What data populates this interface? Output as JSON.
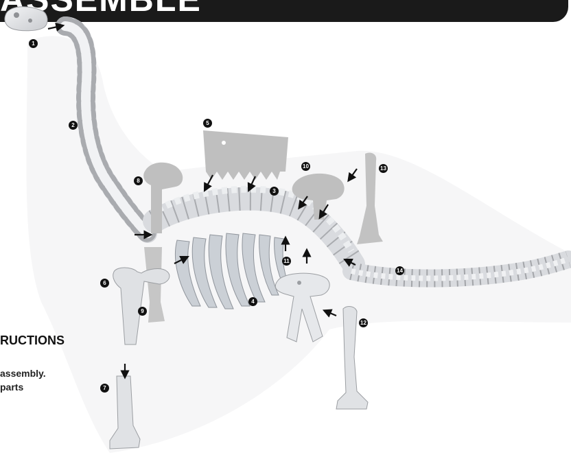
{
  "header": {
    "title": "ASSEMBLE"
  },
  "instructions": {
    "heading": "RUCTIONS",
    "line1": "assembly.",
    "line2": "parts"
  },
  "part_labels": [
    "1",
    "2",
    "3",
    "4",
    "5",
    "6",
    "7",
    "8",
    "9",
    "10",
    "11",
    "12",
    "13",
    "14"
  ],
  "colors": {
    "bone": "#e6e7ea",
    "bone_shadow": "#b7b9bd",
    "silhouette": "#bfbfbf",
    "badge": "#111111",
    "header": "#1a1a1a"
  }
}
